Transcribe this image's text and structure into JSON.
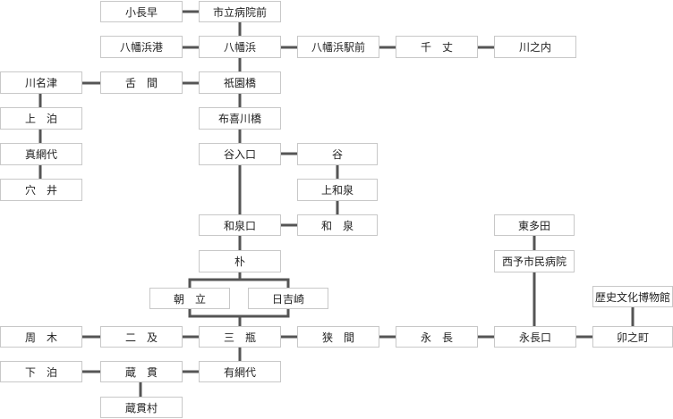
{
  "colors": {
    "line": "#555555",
    "box_border": "#c8c8c8",
    "text": "#222222",
    "background": "#ffffff"
  },
  "stops": {
    "kochoso": "小長早",
    "shiritsu_byoin_mae": "市立病院前",
    "yawatahama_ko": "八幡浜港",
    "yawatahama": "八幡浜",
    "yawatahama_eki_mae": "八幡浜駅前",
    "senjo": "千　丈",
    "kawanouchi": "川之内",
    "kawanazu": "川名津",
    "shitama": "舌　間",
    "gion_bashi": "祇園橋",
    "kamitomari": "上　泊",
    "fukigawa_bashi": "布喜川橋",
    "maamishiro": "真網代",
    "taniiriguchi": "谷入口",
    "tani": "谷",
    "anai": "穴　井",
    "kamiwaizumi": "上和泉",
    "waizumiguchi": "和泉口",
    "waizumi": "和　泉",
    "higashitada": "東多田",
    "hoo": "朴",
    "seiyo_shimin_byoin": "西予市民病院",
    "asadachi": "朝　立",
    "hiyoshizaki": "日吉崎",
    "rekishi_bunka_hakubutsukan": "歴史文化博物館",
    "suki": "周　木",
    "futanami": "二　及",
    "mikame": "三　瓶",
    "sema": "狭　間",
    "nagae": "永　長",
    "nagaeguchi": "永長口",
    "unomachi": "卯之町",
    "shimotomari": "下　泊",
    "kuranuki": "蔵　貫",
    "ariamishiro": "有網代",
    "kuranukiura": "蔵貫村"
  }
}
